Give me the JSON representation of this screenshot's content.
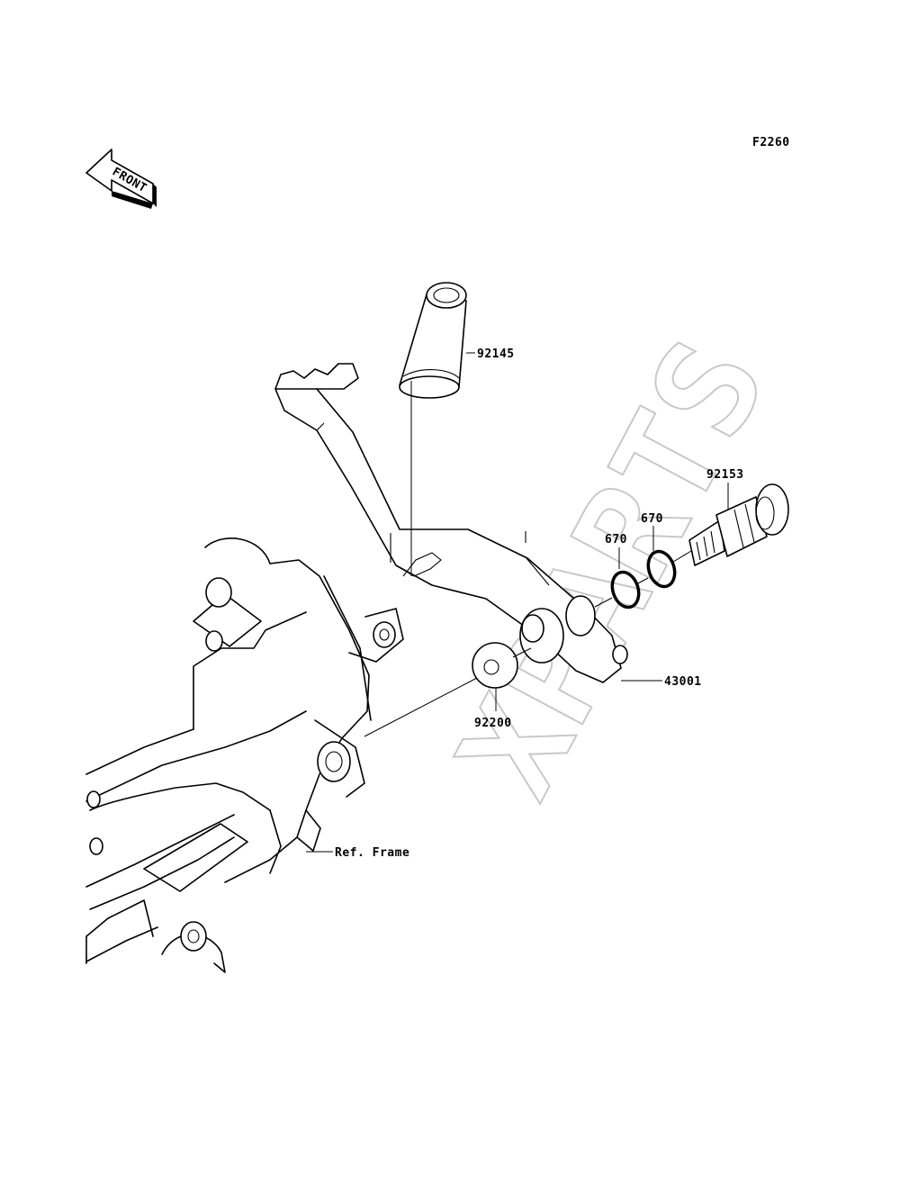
{
  "diagram": {
    "figure_code": "F2260",
    "front_arrow_label": "FRONT",
    "watermark": "XPARTS",
    "parts": [
      {
        "number": "92145"
      },
      {
        "number": "92153"
      },
      {
        "number": "670"
      },
      {
        "number": "670"
      },
      {
        "number": "43001"
      },
      {
        "number": "92200"
      }
    ],
    "reference_label": "Ref. Frame"
  }
}
